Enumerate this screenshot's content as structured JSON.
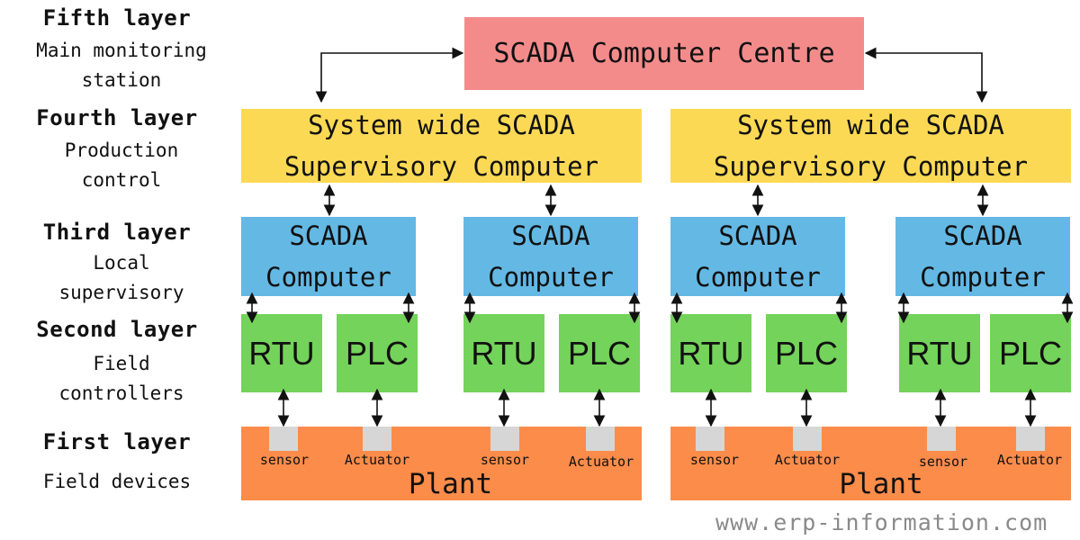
{
  "layers": [
    {
      "title": "Fifth layer",
      "subtitle_lines": [
        "Main monitoring",
        "station"
      ]
    },
    {
      "title": "Fourth layer",
      "subtitle_lines": [
        "Production",
        "control"
      ]
    },
    {
      "title": "Third layer",
      "subtitle_lines": [
        "Local",
        "supervisory"
      ]
    },
    {
      "title": "Second layer",
      "subtitle_lines": [
        "Field",
        "controllers"
      ]
    },
    {
      "title": "First layer",
      "subtitle_lines": [
        "Field devices"
      ]
    }
  ],
  "centre": {
    "label": "SCADA Computer Centre"
  },
  "branches": [
    {
      "supervisory": {
        "line1": "System wide SCADA",
        "line2": "Supervisory Computer"
      },
      "scada_computers": [
        {
          "line1": "SCADA",
          "line2": "Computer",
          "rtu": "RTU",
          "plc": "PLC"
        },
        {
          "line1": "SCADA",
          "line2": "Computer",
          "rtu": "RTU",
          "plc": "PLC"
        }
      ],
      "plant": {
        "label": "Plant",
        "devices": [
          "sensor",
          "Actuator",
          "sensor",
          "Actuator"
        ]
      }
    },
    {
      "supervisory": {
        "line1": "System wide SCADA",
        "line2": "Supervisory Computer"
      },
      "scada_computers": [
        {
          "line1": "SCADA",
          "line2": "Computer",
          "rtu": "RTU",
          "plc": "PLC"
        },
        {
          "line1": "SCADA",
          "line2": "Computer",
          "rtu": "RTU",
          "plc": "PLC"
        }
      ],
      "plant": {
        "label": "Plant",
        "devices": [
          "sensor",
          "Actuator",
          "sensor",
          "Actuator"
        ]
      }
    }
  ],
  "watermark": "www.erp-information.com",
  "colors": {
    "centre": "#f48b8b",
    "supervisory": "#fcd954",
    "scada_computer": "#64b8e4",
    "field_controller": "#74d35a",
    "plant": "#fc8c4a",
    "device": "#d6d6d6"
  }
}
